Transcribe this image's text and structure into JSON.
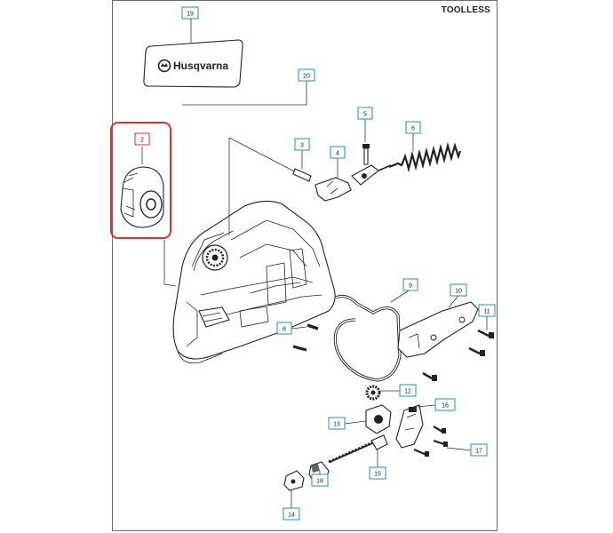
{
  "header": {
    "title": "TOOLLESS"
  },
  "logo": {
    "text": "Husqvarna"
  },
  "callouts": [
    {
      "id": "19",
      "label": "19"
    },
    {
      "id": "20",
      "label": "20"
    },
    {
      "id": "2",
      "label": "2"
    },
    {
      "id": "5",
      "label": "5"
    },
    {
      "id": "3",
      "label": "3"
    },
    {
      "id": "4",
      "label": "4"
    },
    {
      "id": "6",
      "label": "6"
    },
    {
      "id": "9",
      "label": "9"
    },
    {
      "id": "10",
      "label": "10"
    },
    {
      "id": "11",
      "label": "11"
    },
    {
      "id": "8",
      "label": "8"
    },
    {
      "id": "12",
      "label": "12"
    },
    {
      "id": "16",
      "label": "16"
    },
    {
      "id": "13",
      "label": "13"
    },
    {
      "id": "17",
      "label": "17"
    },
    {
      "id": "15",
      "label": "15"
    },
    {
      "id": "14",
      "label": "14"
    },
    {
      "id": "18",
      "label": "18"
    }
  ],
  "colors": {
    "callout_border": "#1f8fbf",
    "highlight": "#d9342b",
    "callout_2_border": "#d9342b"
  }
}
